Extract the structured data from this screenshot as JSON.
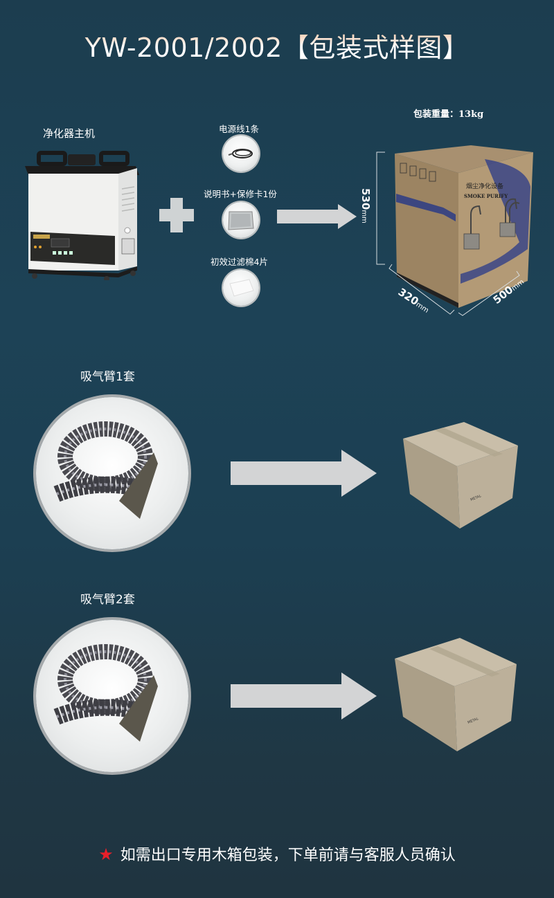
{
  "page": {
    "title": "YW-2001/2002【包装式样图】",
    "background_color": "#1d4256",
    "accent_title_gradient": [
      "#f3b88f",
      "#ffffff"
    ]
  },
  "main_unit": {
    "label": "净化器主机",
    "image": "fume-purifier-unit"
  },
  "accessories": [
    {
      "label": "电源线1条",
      "image": "power-cable"
    },
    {
      "label": "说明书+保修卡1份",
      "image": "manual-and-warranty-card"
    },
    {
      "label": "初效过滤棉4片",
      "image": "primary-filter-cotton"
    }
  ],
  "package": {
    "weight_label": "包装重量：13kg",
    "box_print_cn": "烟尘净化设备",
    "box_print_en": "SMOKE PURIFY",
    "dimensions": {
      "height": {
        "value": "530",
        "unit": "mm"
      },
      "depth": {
        "value": "320",
        "unit": "mm"
      },
      "width": {
        "value": "500",
        "unit": "mm"
      }
    }
  },
  "arm_sets": [
    {
      "label": "吸气臂1套",
      "image": "flexible-suction-arm",
      "result_image": "cardboard-box"
    },
    {
      "label": "吸气臂2套",
      "image": "flexible-suction-arm",
      "result_image": "cardboard-box"
    }
  ],
  "footer_note": {
    "icon": "star-icon",
    "star_color": "#e8202a",
    "text": "如需出口专用木箱包装，下单前请与客服人员确认"
  }
}
